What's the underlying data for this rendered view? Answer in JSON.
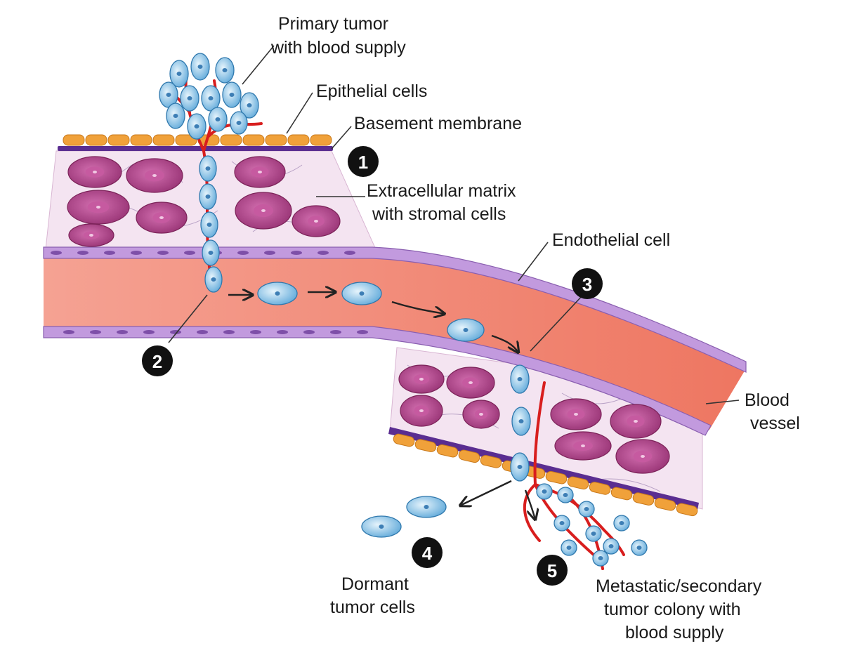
{
  "labels": {
    "primary_tumor_1": "Primary tumor",
    "primary_tumor_2": "with blood supply",
    "epithelial": "Epithelial cells",
    "basement": "Basement membrane",
    "ecm_1": "Extracellular matrix",
    "ecm_2": "with stromal cells",
    "endothelial": "Endothelial cell",
    "blood_vessel_1": "Blood",
    "blood_vessel_2": "vessel",
    "dormant_1": "Dormant",
    "dormant_2": "tumor cells",
    "metastatic_1": "Metastatic/secondary",
    "metastatic_2": "tumor colony with",
    "metastatic_3": "blood supply"
  },
  "steps": [
    "1",
    "2",
    "3",
    "4",
    "5"
  ],
  "colors": {
    "blood": "#f08470",
    "vessel_wall": "#b48bd4",
    "stromal_cell": "#a8397f",
    "tumor_cell": "#6fb6e3",
    "epithelial": "#f0a13a",
    "membrane": "#5a2d91",
    "capillary": "#d81e1e",
    "matrix": "#f3e3f0"
  }
}
